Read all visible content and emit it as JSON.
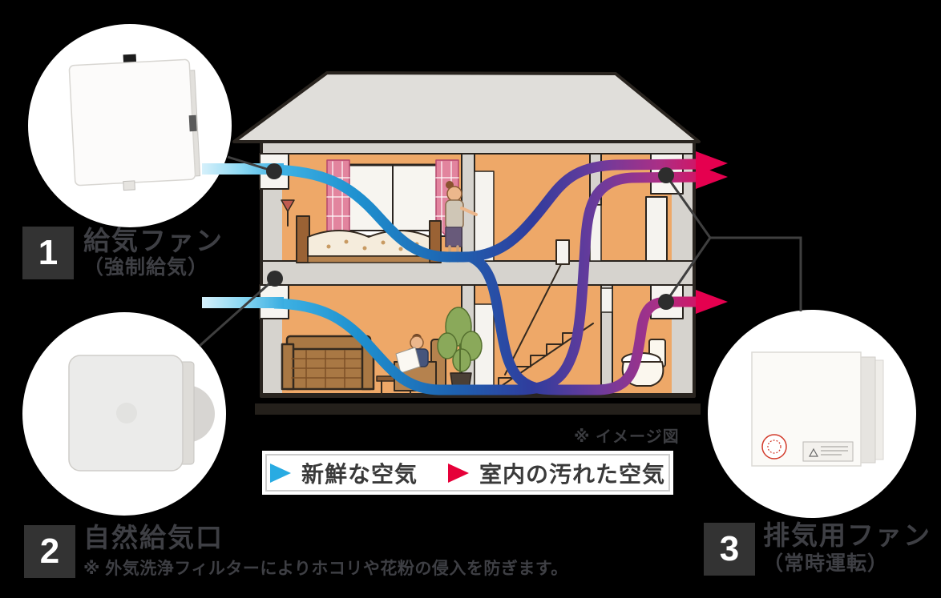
{
  "background": "#000000",
  "caption": "※ イメージ図",
  "items": [
    {
      "number": "1",
      "title": "給気ファン",
      "subtitle": "（強制給気）",
      "product": "supply-fan-photo"
    },
    {
      "number": "2",
      "title": "自然給気口",
      "note": "※ 外気洗浄フィルターによりホコリや花粉の侵入を防ぎます。",
      "product": "natural-air-inlet-photo"
    },
    {
      "number": "3",
      "title": "排気用ファン",
      "subtitle": "（常時運転）",
      "product": "exhaust-fan-photo"
    }
  ],
  "legend": {
    "fresh": {
      "label": "新鮮な空気",
      "color": "#29abe2"
    },
    "dirty": {
      "label": "室内の汚れた空気",
      "color": "#e60039"
    }
  },
  "flow_colors": {
    "fresh_light": "#9fdcf4",
    "fresh_blue": "#1e90cf",
    "deep_blue": "#1e62b0",
    "indigo": "#303c9d",
    "purple": "#6f3b9b",
    "magenta": "#aa2f86",
    "exhaust_red": "#e5004f"
  },
  "house": {
    "roof_color": "#e0deda",
    "wall_color": "#eea868",
    "structure_color": "#d6d3ce"
  }
}
